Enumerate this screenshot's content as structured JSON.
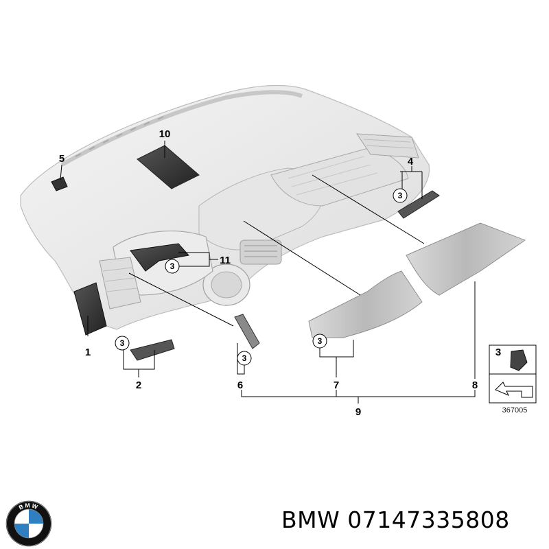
{
  "brand": "BMW",
  "part_number": "07147335808",
  "diagram_code": "367005",
  "logo_icon": "bmw-roundel-logo",
  "logo_letters": "BMW",
  "callouts": {
    "c1": "1",
    "c2": "2",
    "c4": "4",
    "c5": "5",
    "c6": "6",
    "c7": "7",
    "c8": "8",
    "c9": "9",
    "c10": "10",
    "c11": "11",
    "clip": "3"
  },
  "colors": {
    "dashboard_fill": "#eeeeee",
    "dashboard_stroke": "#bdbdbd",
    "trim_fill": "#c8c8c8",
    "dark_part": "#3a3a3a",
    "logo_blue": "#2f7fc1"
  }
}
